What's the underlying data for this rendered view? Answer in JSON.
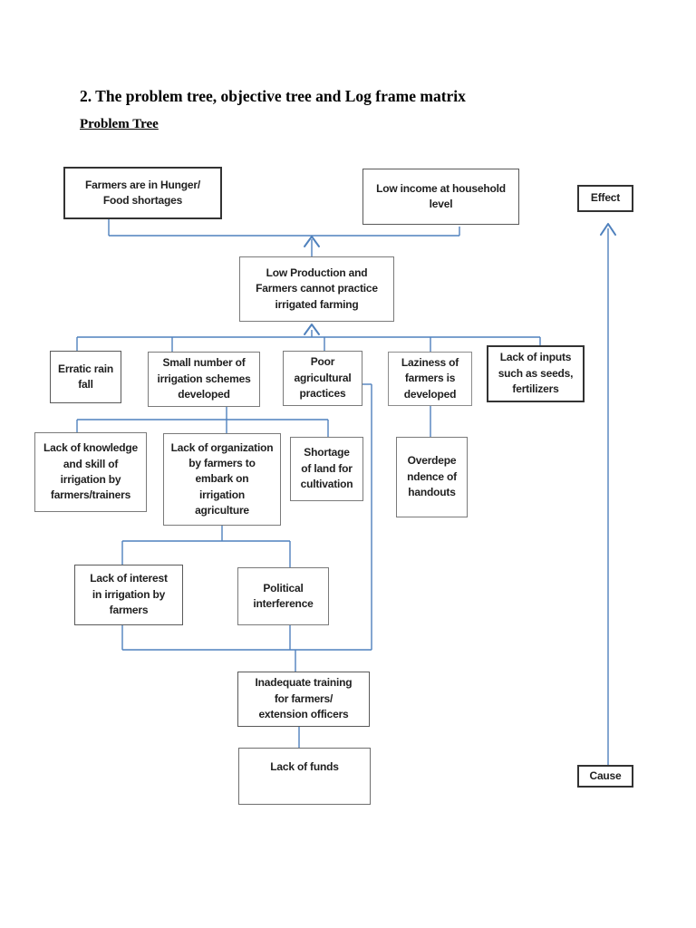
{
  "page": {
    "title": "2. The problem tree, objective tree and Log frame matrix",
    "subtitle": "Problem Tree"
  },
  "diagram": {
    "nodes": {
      "hunger": "Farmers are in Hunger/\nFood shortages",
      "low_income": "Low income at household\nlevel",
      "effect": "Effect",
      "low_production": "Low Production and\nFarmers cannot practice\nirrigated farming",
      "erratic_rain": "Erratic rain\nfall",
      "small_number": "Small number of\nirrigation schemes\ndeveloped",
      "poor_ag": "Poor\nagricultural\npractices",
      "laziness": "Laziness of\nfarmers is\ndeveloped",
      "lack_inputs": "Lack of inputs\nsuch as seeds,\nfertilizers",
      "lack_knowledge": "Lack of knowledge\nand skill of\nirrigation by\nfarmers/trainers",
      "lack_organization": "Lack of organization\nby farmers to\nembark on\nirrigation\nagriculture",
      "shortage_land": "Shortage\nof land for\ncultivation",
      "overdependence": "Overdepe\nndence of\nhandouts",
      "lack_interest": "Lack of interest\nin irrigation by\nfarmers",
      "political": "Political\ninterference",
      "inadequate_training": "Inadequate training\nfor farmers/\nextension officers",
      "lack_funds": "Lack of funds",
      "cause": "Cause"
    },
    "colors": {
      "line_blue": "#4f81bd",
      "border_gray": "#7a7a7a",
      "border_dark": "#333333",
      "text": "#1f1f1f"
    }
  }
}
